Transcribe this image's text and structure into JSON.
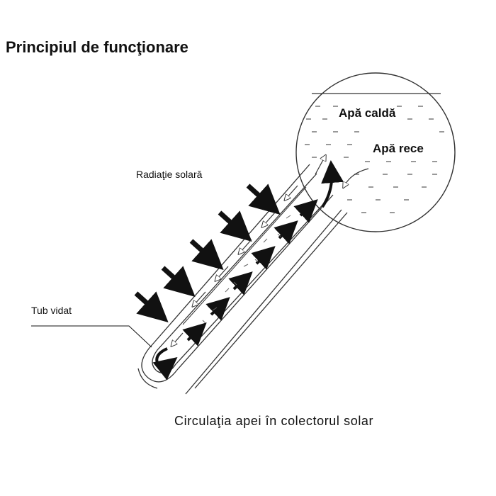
{
  "title": "Principiul de funcţionare",
  "labels": {
    "solar_radiation": "Radiaţie solară",
    "vacuum_tube": "Tub vidat",
    "hot_water": "Apă caldă",
    "cold_water": "Apă rece"
  },
  "caption": "Circulaţia apei în colectorul solar",
  "colors": {
    "ink": "#111111",
    "outline": "#333333",
    "background": "#ffffff"
  }
}
